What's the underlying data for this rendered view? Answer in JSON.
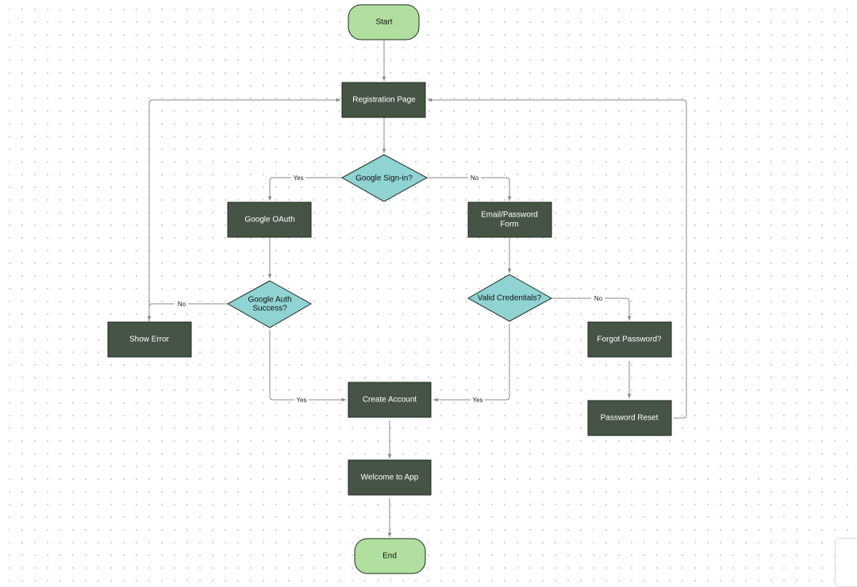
{
  "nodes": {
    "start": "Start",
    "registration_page": "Registration Page",
    "google_signin": "Google Sign-in?",
    "google_oauth": "Google OAuth",
    "email_password_form": [
      "Email/Password",
      "Form"
    ],
    "google_auth_success": [
      "Google Auth",
      "Success?"
    ],
    "valid_credentials": "Valid Credentials?",
    "show_error": "Show Error",
    "forgot_password": "Forgot Password?",
    "password_reset": "Password Reset",
    "create_account": "Create Account",
    "welcome": "Welcome to App",
    "end": "End"
  },
  "edge_labels": {
    "signin_yes": "Yes",
    "signin_no": "No",
    "auth_no": "No",
    "auth_yes": "Yes",
    "cred_no": "No",
    "cred_yes": "Yes"
  },
  "colors": {
    "terminal_fill": "#b0df9f",
    "process_fill": "#465446",
    "decision_fill": "#8fd3d3",
    "edge": "#8a8a8a"
  }
}
